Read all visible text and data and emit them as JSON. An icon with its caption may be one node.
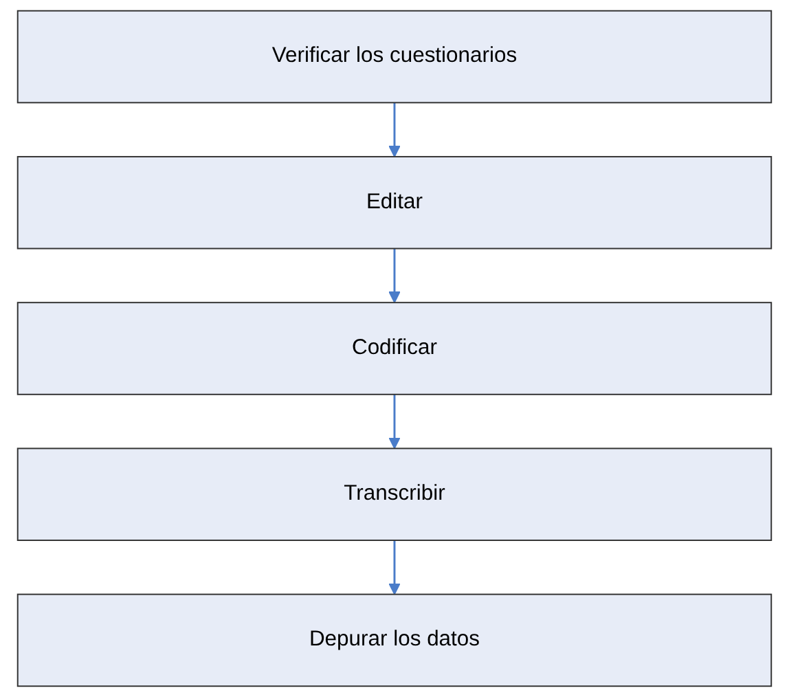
{
  "diagram": {
    "nodes": [
      {
        "text": [
          "Verificar los cuestionarios"
        ]
      },
      {
        "text": [
          "Editar"
        ]
      },
      {
        "text": [
          "Codificar"
        ]
      },
      {
        "text": [
          "Transcribir"
        ]
      },
      {
        "text": [
          "Depurar los datos"
        ]
      }
    ],
    "edges": [
      {
        "from": 0,
        "to": 1,
        "arrow": "to"
      },
      {
        "from": 1,
        "to": 2,
        "arrow": "to"
      },
      {
        "from": 2,
        "to": 3,
        "arrow": "to"
      },
      {
        "from": 3,
        "to": 4,
        "arrow": "to"
      }
    ]
  }
}
